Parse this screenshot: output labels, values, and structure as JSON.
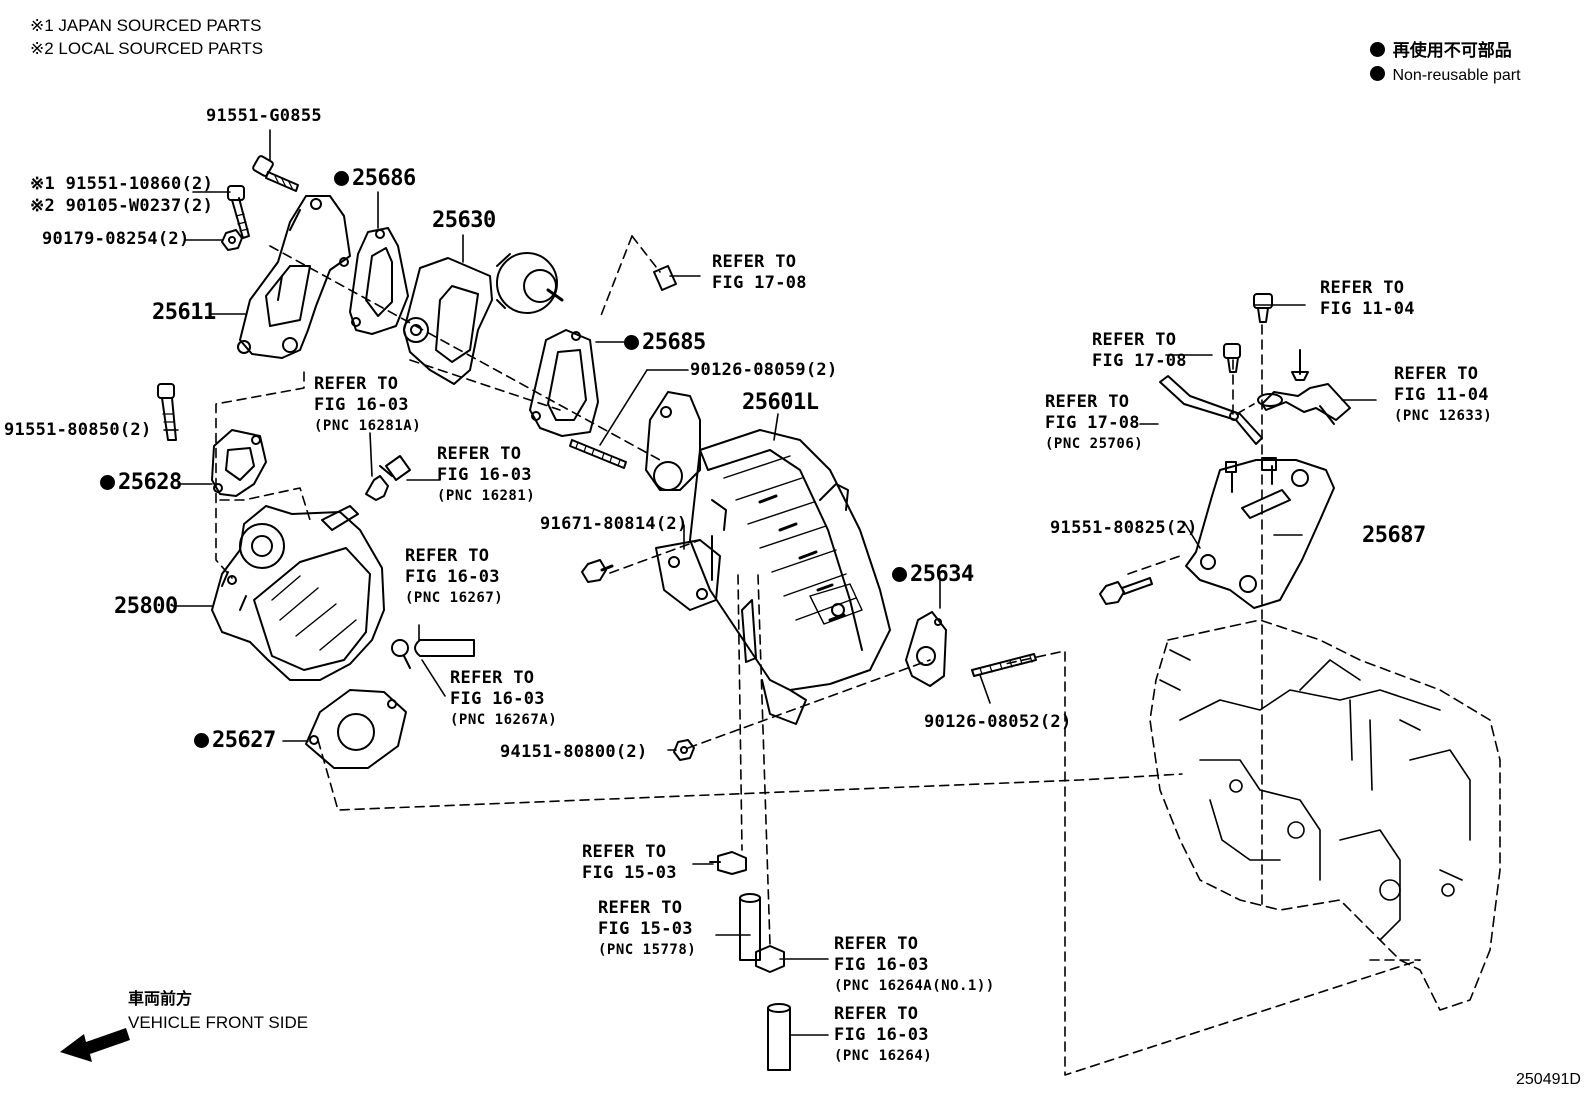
{
  "notes": {
    "note1": "※1 JAPAN SOURCED PARTS",
    "note2": "※2 LOCAL SOURCED PARTS"
  },
  "legend": {
    "jp": "再使用不可部品",
    "en": "Non-reusable part"
  },
  "direction": {
    "jp": "車両前方",
    "en": "VEHICLE FRONT SIDE"
  },
  "diagram_code": "250491D",
  "parts": {
    "p91551_G0855": "91551-G0855",
    "p91551_10860": "※1 91551-10860(2)",
    "p90105_W0237": "※2 90105-W0237(2)",
    "p90179_08254": "90179-08254(2)",
    "p25686": "25686",
    "p25630": "25630",
    "p25611": "25611",
    "p25685": "25685",
    "p90126_08059": "90126-08059(2)",
    "p25601L": "25601L",
    "p91551_80850": "91551-80850(2)",
    "p25628": "25628",
    "p25800": "25800",
    "p25627": "25627",
    "p91671_80814": "91671-80814(2)",
    "p25634": "25634",
    "p90126_08052": "90126-08052(2)",
    "p94151_80800": "94151-80800(2)",
    "p91551_80825": "91551-80825(2)",
    "p25687": "25687"
  },
  "refs": {
    "r17_08_top": [
      "REFER TO",
      "FIG 17-08"
    ],
    "r16_03_a": [
      "REFER TO",
      "FIG 16-03",
      "(PNC 16281A)"
    ],
    "r16_03_b": [
      "REFER TO",
      "FIG 16-03",
      "(PNC 16281)"
    ],
    "r16_03_c": [
      "REFER TO",
      "FIG 16-03",
      "(PNC 16267)"
    ],
    "r16_03_d": [
      "REFER TO",
      "FIG 16-03",
      "(PNC 16267A)"
    ],
    "r11_04_a": [
      "REFER TO",
      "FIG 11-04"
    ],
    "r17_08_b": [
      "REFER TO",
      "FIG 17-08"
    ],
    "r17_08_c": [
      "REFER TO",
      "FIG 17-08",
      "(PNC 25706)"
    ],
    "r11_04_b": [
      "REFER TO",
      "FIG 11-04",
      "(PNC 12633)"
    ],
    "r15_03_a": [
      "REFER TO",
      "FIG 15-03"
    ],
    "r15_03_b": [
      "REFER TO",
      "FIG 15-03",
      "(PNC 15778)"
    ],
    "r16_03_e": [
      "REFER TO",
      "FIG 16-03",
      "(PNC 16264A(NO.1))"
    ],
    "r16_03_f": [
      "REFER TO",
      "FIG 16-03",
      "(PNC 16264)"
    ]
  }
}
